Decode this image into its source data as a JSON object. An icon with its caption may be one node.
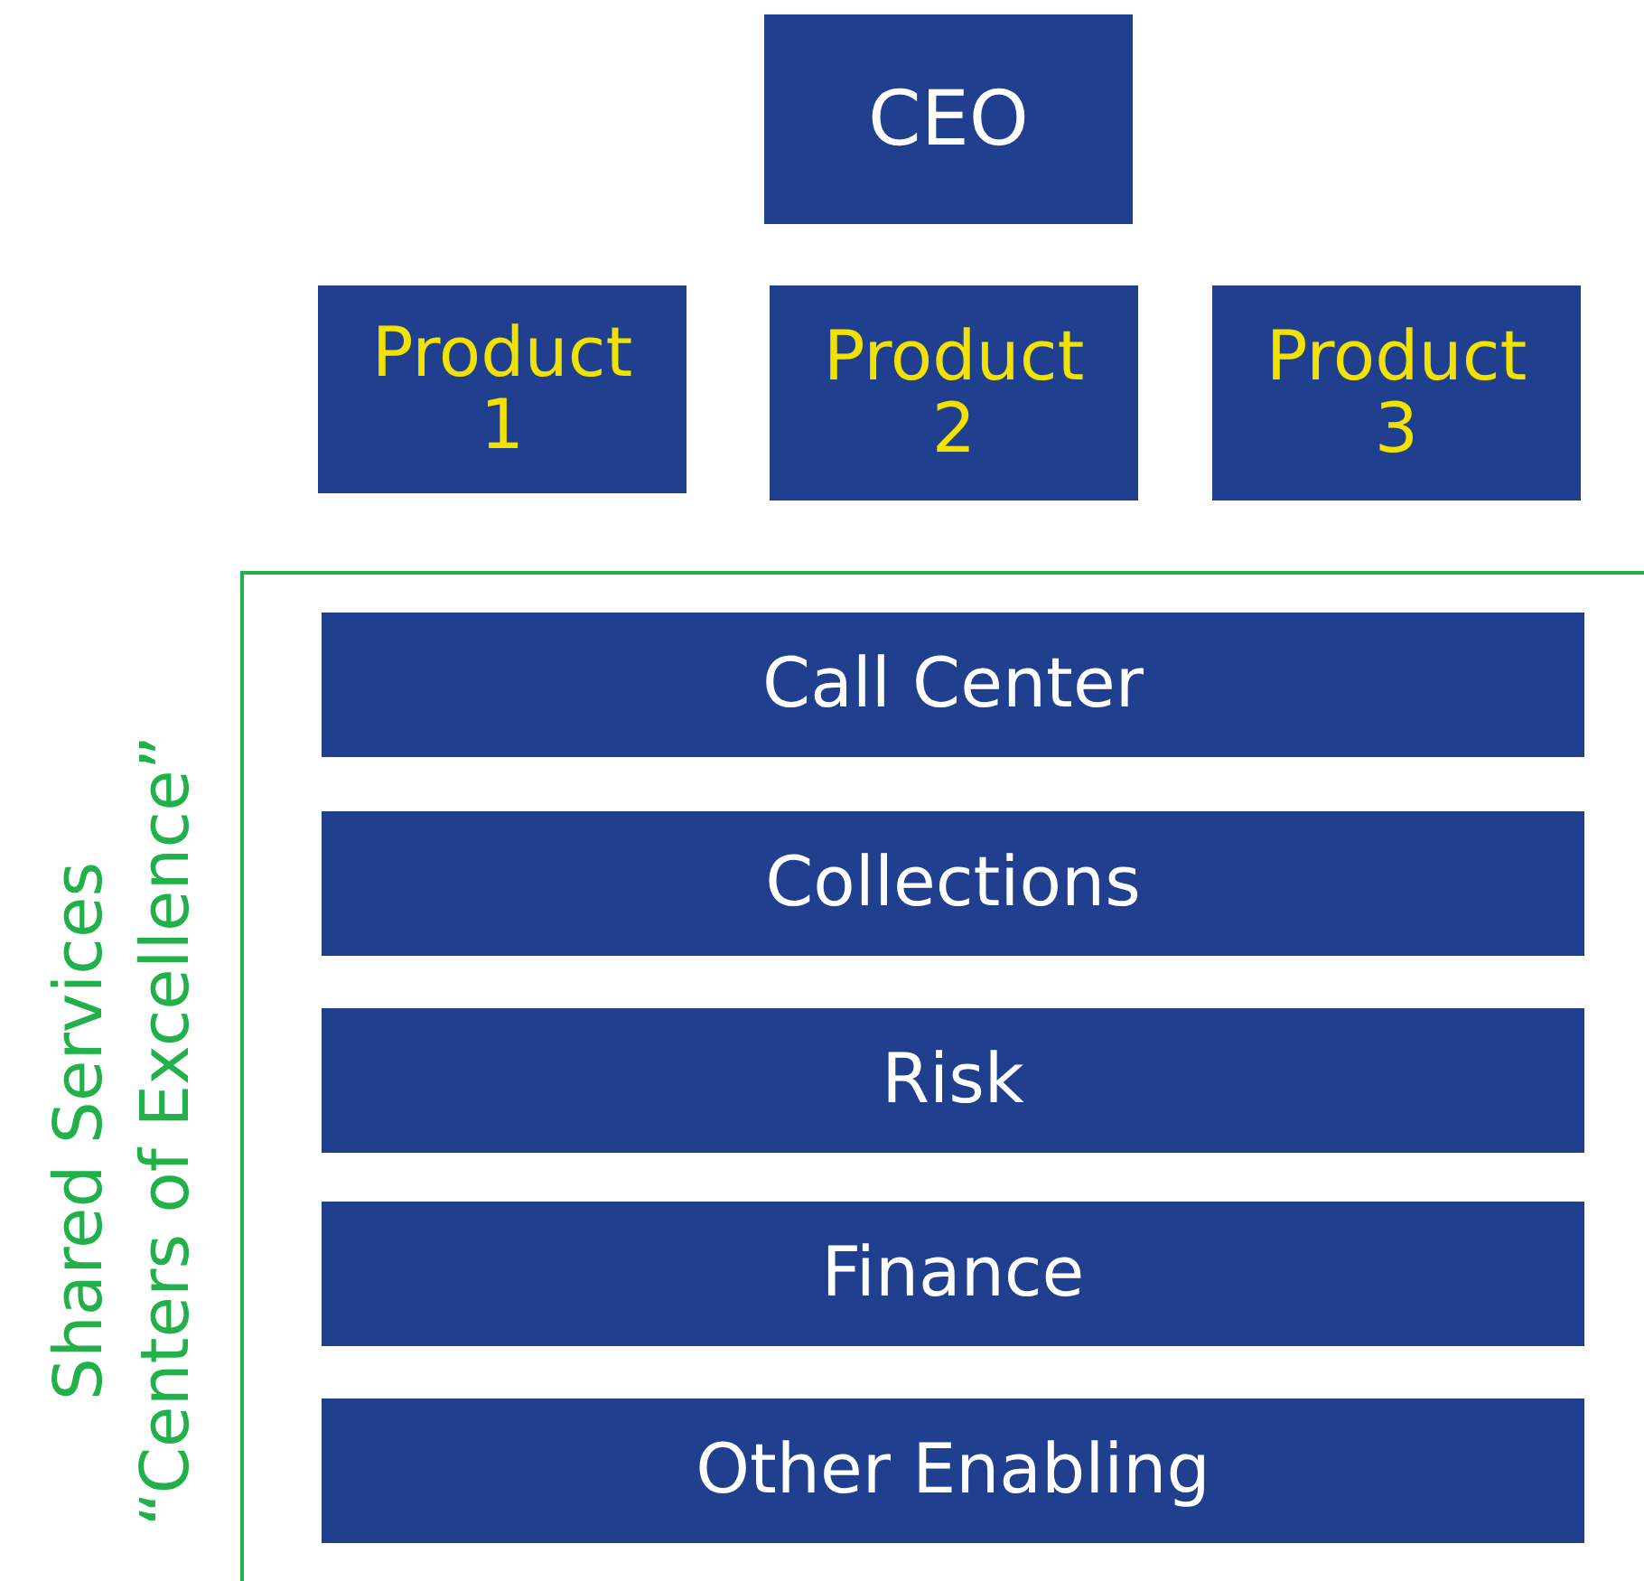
{
  "diagram": {
    "nodes": [
      {
        "text": [
          "CEO"
        ]
      },
      {
        "text": [
          "Product 1"
        ]
      },
      {
        "text": [
          "Product 2"
        ]
      },
      {
        "text": [
          "Product 3"
        ]
      },
      {
        "text": [
          "Shared Services",
          "“Centers of Excellence”"
        ]
      },
      {
        "text": [
          "Call Center"
        ],
        "in": 4
      },
      {
        "text": [
          "Collections"
        ],
        "in": 4
      },
      {
        "text": [
          "Risk"
        ],
        "in": 4
      },
      {
        "text": [
          "Finance"
        ],
        "in": 4
      },
      {
        "text": [
          "Other Enabling"
        ],
        "in": 4
      }
    ]
  }
}
